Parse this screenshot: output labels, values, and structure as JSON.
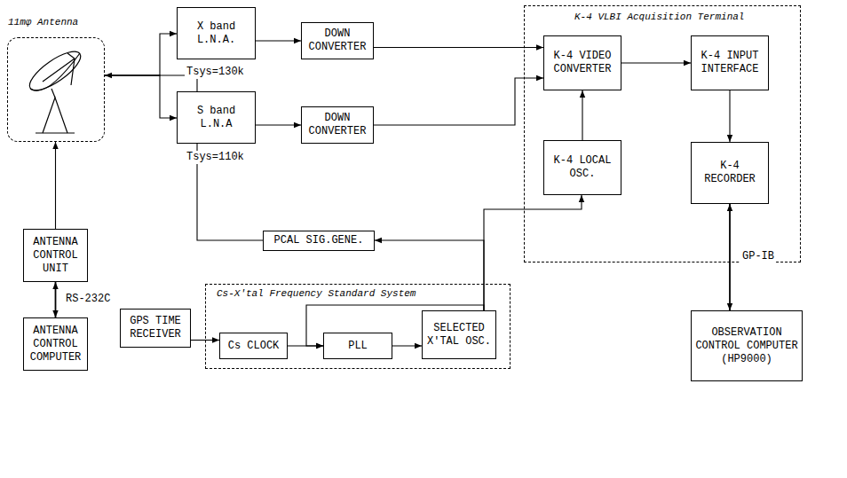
{
  "diagram": {
    "nodes": [
      {
        "text": [
          "11mφ Antenna"
        ]
      },
      {
        "text": [
          "X band L.N.A."
        ]
      },
      {
        "text": [
          "S band L.N.A"
        ]
      },
      {
        "text": [
          "DOWN CONVERTER"
        ]
      },
      {
        "text": [
          "DOWN CONVERTER"
        ]
      },
      {
        "text": [
          "K-4 VLBI Acquisition Terminal"
        ]
      },
      {
        "text": [
          "K-4 VIDEO CONVERTER"
        ],
        "in": 5
      },
      {
        "text": [
          "K-4 INPUT INTERFACE"
        ],
        "in": 5
      },
      {
        "text": [
          "K-4 LOCAL OSC."
        ],
        "in": 5
      },
      {
        "text": [
          "K-4 RECORDER"
        ],
        "in": 5
      },
      {
        "text": [
          "ANTENNA CONTROL UNIT"
        ]
      },
      {
        "text": [
          "PCAL SIG.GENE."
        ]
      },
      {
        "text": [
          "ANTENNA CONTROL COMPUTER"
        ]
      },
      {
        "text": [
          "GPS TIME RECEIVER"
        ]
      },
      {
        "text": [
          "Cs-X'tal Frequency Standard System"
        ]
      },
      {
        "text": [
          "Cs CLOCK"
        ],
        "in": 14
      },
      {
        "text": [
          "PLL"
        ],
        "in": 14
      },
      {
        "text": [
          "SELECTED X'TAL OSC."
        ],
        "in": 14
      },
      {
        "text": [
          "OBSERVATION CONTROL COMPUTER (HP9000)"
        ]
      }
    ],
    "edges": [
      {
        "from": 0,
        "to": 1,
        "arrow": "to"
      },
      {
        "from": 0,
        "to": 2,
        "arrow": "to"
      },
      {
        "from": 1,
        "to": 3,
        "arrow": "to"
      },
      {
        "from": 2,
        "to": 4,
        "arrow": "to"
      },
      {
        "from": 3,
        "to": 6,
        "arrow": "to"
      },
      {
        "from": 4,
        "to": 6,
        "arrow": "to"
      },
      {
        "from": 6,
        "to": 7,
        "arrow": "to"
      },
      {
        "from": 7,
        "to": 9,
        "arrow": "to"
      },
      {
        "from": 8,
        "to": 6,
        "arrow": "to"
      },
      {
        "from": 10,
        "to": 0,
        "arrow": "to"
      },
      {
        "from": 10,
        "to": 12,
        "arrow": "both",
        "label": "RS-232C"
      },
      {
        "from": 11,
        "to": 0,
        "arrow": "to"
      },
      {
        "from": 17,
        "to": 11,
        "arrow": "to"
      },
      {
        "from": 17,
        "to": 8,
        "arrow": "to"
      },
      {
        "from": 17,
        "to": 16,
        "arrow": "to"
      },
      {
        "from": 13,
        "to": 15,
        "arrow": "to"
      },
      {
        "from": 15,
        "to": 16,
        "arrow": "to"
      },
      {
        "from": 16,
        "to": 17,
        "arrow": "to"
      },
      {
        "from": 9,
        "to": 18,
        "arrow": "both",
        "label": "GP-IB"
      }
    ],
    "labels": [
      "Tsys=130k",
      "Tsys=110k"
    ]
  }
}
